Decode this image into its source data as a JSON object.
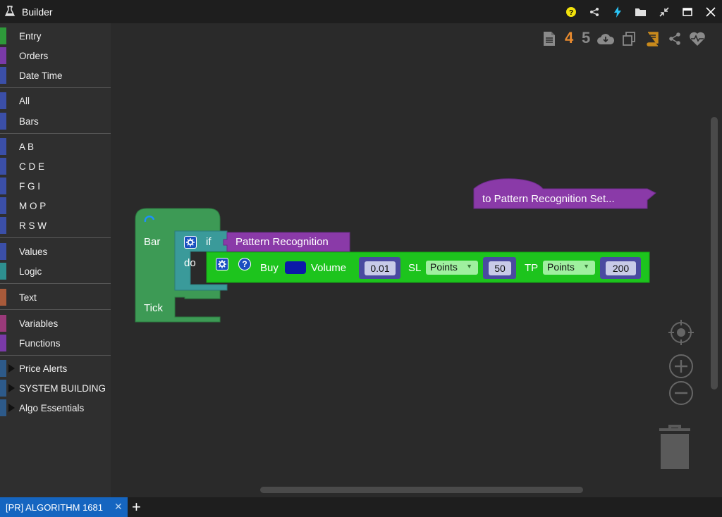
{
  "app": {
    "title": "Builder"
  },
  "titlebar_icons": [
    "help-icon",
    "share-icon",
    "lightning-icon",
    "folder-icon",
    "shrink-icon",
    "maximize-icon",
    "close-icon"
  ],
  "sidebar": {
    "categories": [
      {
        "label": "Entry",
        "color": "#2e9a3a"
      },
      {
        "label": "Orders",
        "color": "#7a3aa8"
      },
      {
        "label": "Date Time",
        "color": "#3b4fa8"
      },
      {
        "label": "All",
        "color": "#3b4fa8"
      },
      {
        "label": "Bars",
        "color": "#3b4fa8"
      },
      {
        "label": "A B",
        "color": "#3b4fa8"
      },
      {
        "label": "C D E",
        "color": "#3b4fa8"
      },
      {
        "label": "F G I",
        "color": "#3b4fa8"
      },
      {
        "label": "M O P",
        "color": "#3b4fa8"
      },
      {
        "label": "R S W",
        "color": "#3b4fa8"
      },
      {
        "label": "Values",
        "color": "#3b4fa8"
      },
      {
        "label": "Logic",
        "color": "#2e8f8f"
      },
      {
        "label": "Text",
        "color": "#a85a3a"
      },
      {
        "label": "Variables",
        "color": "#9a3a7a"
      },
      {
        "label": "Functions",
        "color": "#7a3aa8"
      },
      {
        "label": "Price Alerts",
        "color": "#2d5a8a"
      },
      {
        "label": "SYSTEM BUILDING",
        "color": "#2d5a8a"
      },
      {
        "label": "Algo Essentials",
        "color": "#2d5a8a"
      }
    ]
  },
  "toolbar": {
    "undo_count": "4",
    "redo_count": "5",
    "icons": [
      "document-icon",
      "cloud-download-icon",
      "copy-icon",
      "book-icon",
      "share-icon",
      "heartbeat-icon"
    ]
  },
  "blocks": {
    "event": {
      "bar_label": "Bar",
      "tick_label": "Tick",
      "color": "#3d9a55"
    },
    "if_block": {
      "if_label": "if",
      "do_label": "do",
      "color": "#3a9a9a"
    },
    "condition": {
      "label": "Pattern Recognition",
      "color": "#8a3aa8"
    },
    "buy": {
      "buy_label": "Buy",
      "volume_label": "Volume",
      "volume_value": "0.01",
      "sl_label": "SL",
      "sl_unit": "Points",
      "sl_value": "50",
      "tp_label": "TP",
      "tp_unit": "Points",
      "tp_value": "200",
      "color": "#1dc41d"
    },
    "function_def": {
      "label": "to Pattern Recognition  Set...",
      "color": "#8a3aa8"
    }
  },
  "tab": {
    "label": "[PR] ALGORITHM 1681",
    "close": "✕",
    "add": "+"
  }
}
